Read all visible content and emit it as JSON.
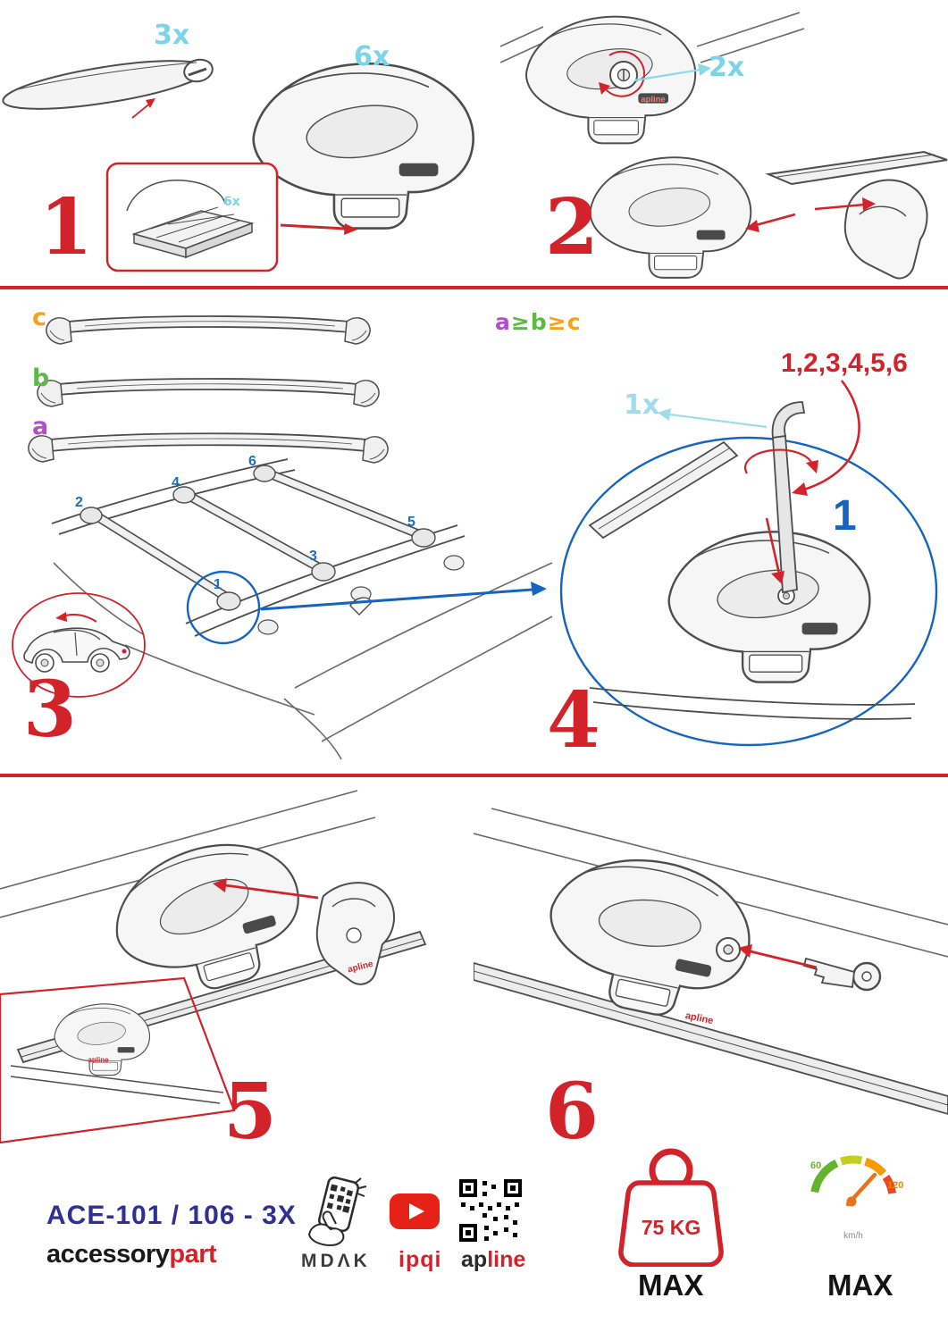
{
  "part_logo": "apline",
  "steps": {
    "step1": {
      "number": "1",
      "bar_qty": "3x",
      "foot_qty": "6x",
      "pad_qty": "6x"
    },
    "step2": {
      "number": "2",
      "lock_qty": "2x"
    },
    "step3": {
      "number": "3",
      "bar_label_a": "a",
      "bar_label_b": "b",
      "bar_label_c": "c",
      "size_rule": {
        "a": "a",
        "ge1": "≥",
        "b": "b",
        "ge2": "≥",
        "c": "c"
      },
      "mount_positions": [
        "1",
        "2",
        "3",
        "4",
        "5",
        "6"
      ]
    },
    "step4": {
      "number": "4",
      "sequence": "1,2,3,4,5,6",
      "tool_qty": "1x",
      "first_position": "1"
    },
    "step5": {
      "number": "5"
    },
    "step6": {
      "number": "6"
    }
  },
  "footer": {
    "model_code": "ACE-101 / 106 - 3X",
    "brand_black": "accessory",
    "brand_red": "part",
    "mdak": "MDΛK",
    "ipqi": "ipqi",
    "apline_black": "ap",
    "apline_red": "line",
    "weight_value": "75 KG",
    "weight_max": "MAX",
    "speed_min": "60",
    "speed_max_tick": "120",
    "speed_unit": "km/h",
    "speed_max": "MAX"
  },
  "colors": {
    "accent_red": "#d2232a",
    "qty_cyan": "#7cd4e8",
    "detail_blue": "#1565c0",
    "model_navy": "#2e3192",
    "label_a_purple": "#b14fc9",
    "label_b_green": "#5cb947",
    "label_c_orange": "#f7a21b"
  }
}
